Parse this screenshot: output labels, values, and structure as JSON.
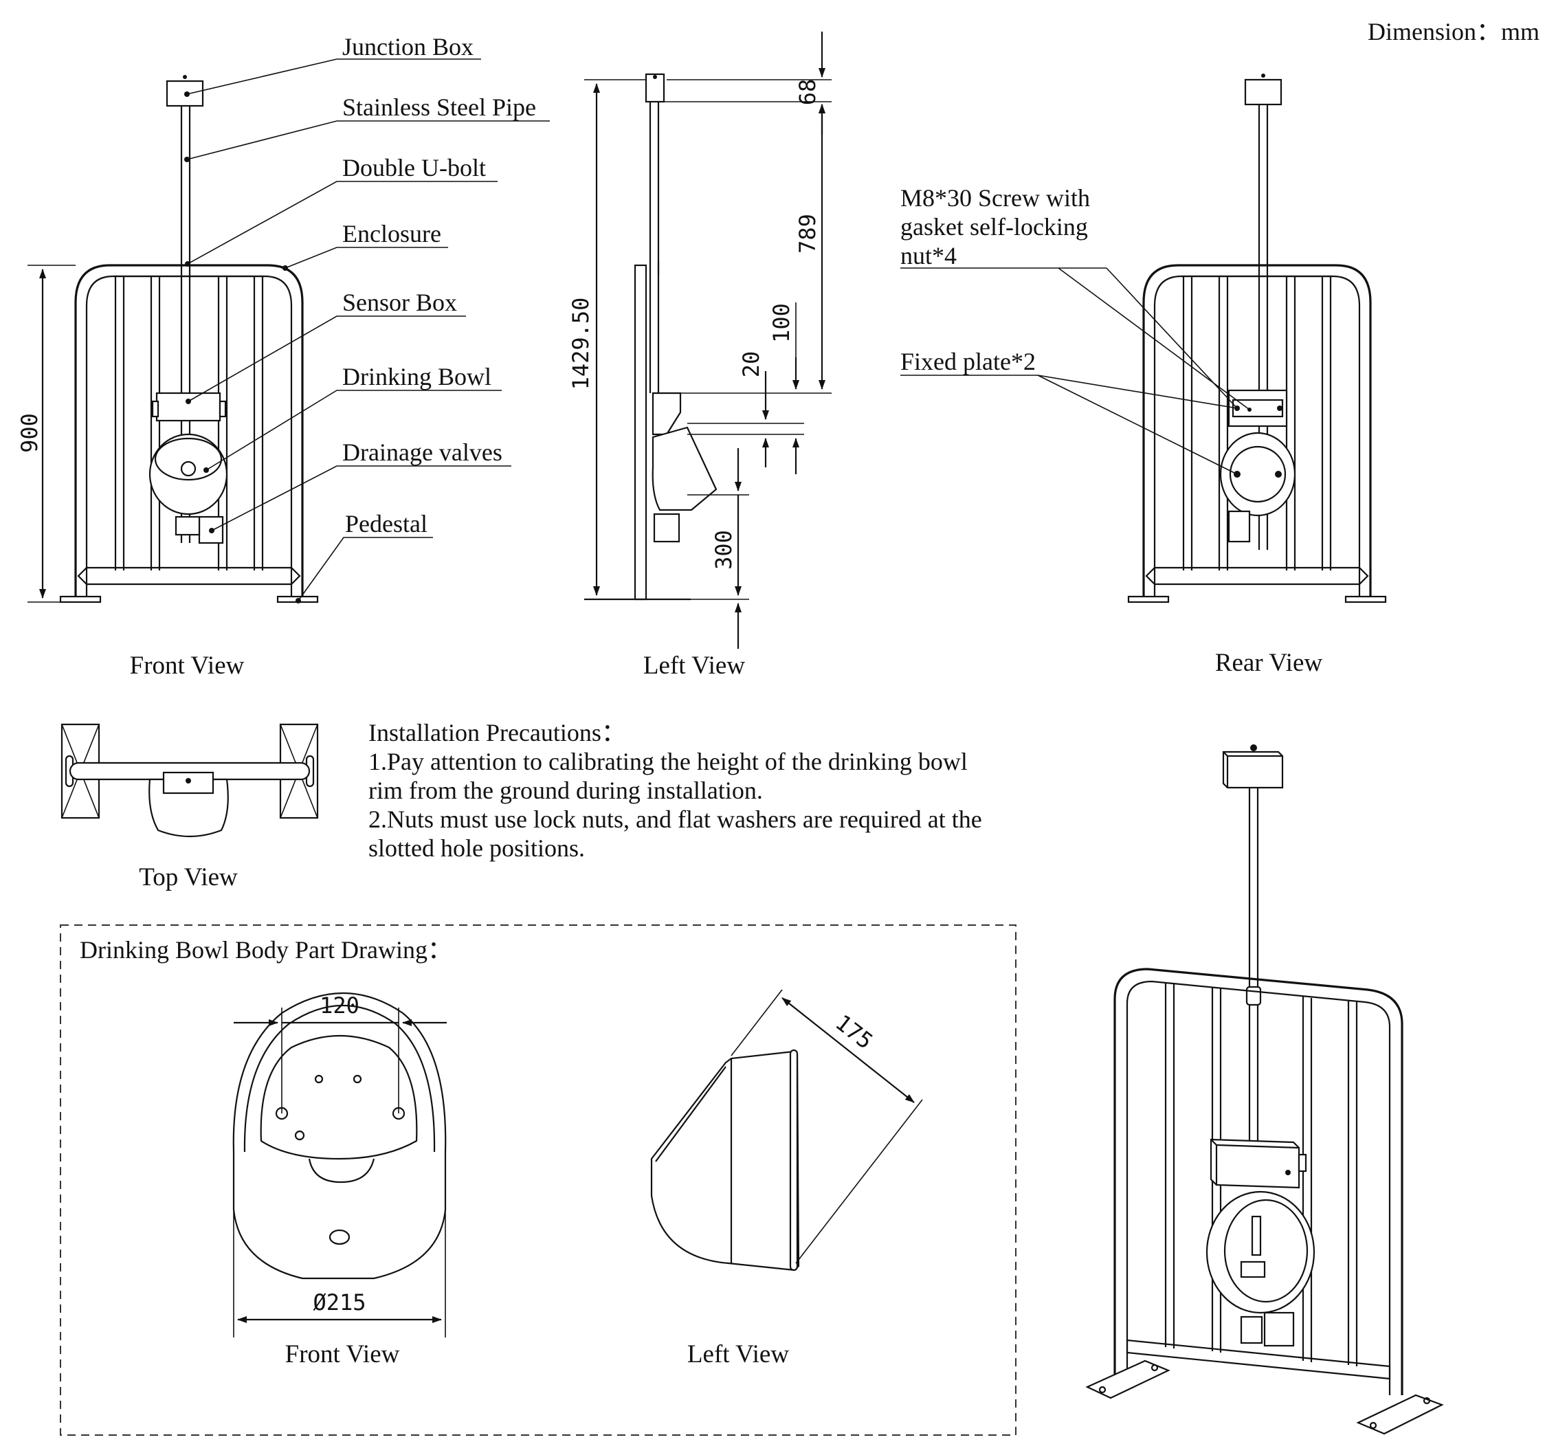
{
  "dimension_unit": "Dimension：mm",
  "labels": {
    "junction_box": "Junction Box",
    "stainless_steel_pipe": "Stainless Steel Pipe",
    "double_u_bolt": "Double U-bolt",
    "enclosure": "Enclosure",
    "sensor_box": "Sensor Box",
    "drinking_bowl": "Drinking Bowl",
    "drainage_valves": "Drainage valves",
    "pedestal": "Pedestal",
    "screw_line1": "M8*30 Screw with",
    "screw_line2": "gasket self-locking",
    "screw_line3": "nut*4",
    "fixed_plate": "Fixed plate*2"
  },
  "dimensions": {
    "front_height": "900",
    "overall_height": "1429.50",
    "top_offset": "68",
    "pipe_length": "789",
    "sensor_gap": "100",
    "bowl_offset": "20",
    "bowl_height": "300",
    "bowl_hole_spacing": "120",
    "bowl_diameter": "Ø215",
    "bowl_depth": "175"
  },
  "view_captions": {
    "front": "Front View",
    "left": "Left View",
    "rear": "Rear View",
    "top": "Top View",
    "bowl_front": "Front View",
    "bowl_left": "Left View"
  },
  "precautions": {
    "title": "Installation Precautions：",
    "line1": "1.Pay attention to calibrating the height of the drinking bowl",
    "line2": "rim from the ground during installation.",
    "line3": "2.Nuts must use lock nuts, and flat washers are required at the",
    "line4": "slotted hole positions."
  },
  "bowl_drawing_title": "Drinking Bowl Body Part Drawing："
}
